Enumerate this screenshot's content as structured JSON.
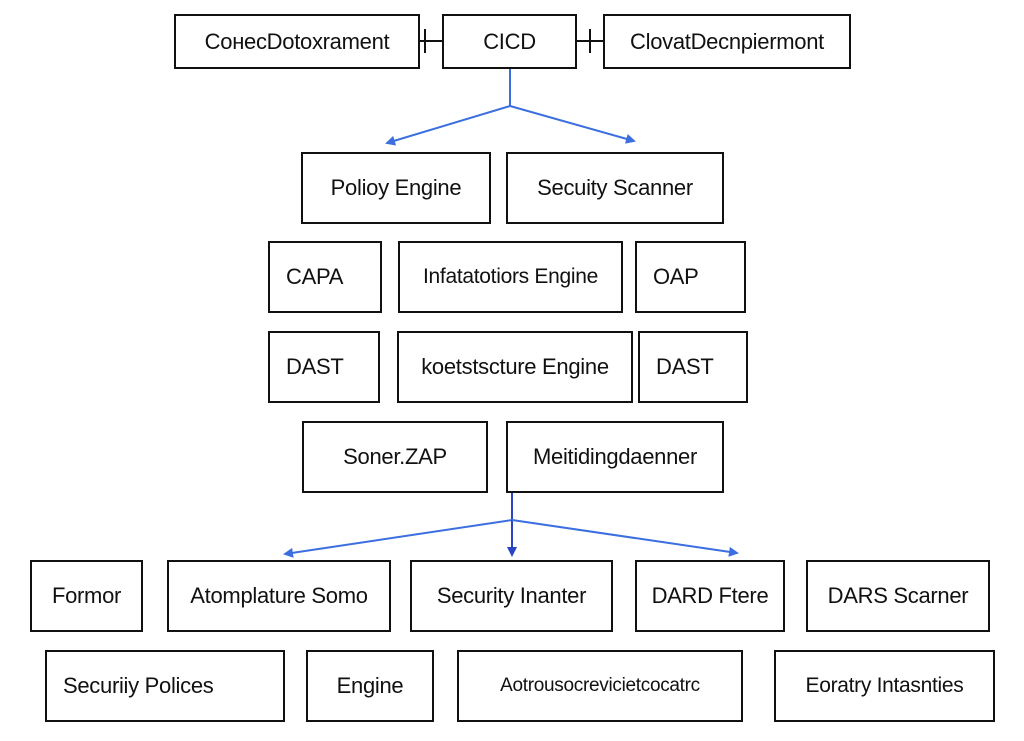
{
  "colors": {
    "box_border": "#111111",
    "connector_black": "#111111",
    "arrow_blue_light": "#3b6fe0",
    "arrow_blue_dark": "#2a44c8"
  },
  "row1": {
    "left": "CoнecDotoxrament",
    "center": "CICD",
    "right": "ClovatDecnpiermont"
  },
  "row2": {
    "left": "Polioy Engine",
    "right": "Secuity Scanner"
  },
  "row3": {
    "left": "CAPA",
    "center": "Infatatotiors Engine",
    "right": "OAP"
  },
  "row4": {
    "left": "DAST",
    "center": "koetstscture Engine",
    "right": "DAST"
  },
  "row5": {
    "left": "Soner.ZAP",
    "right": "Meitidingdaenner"
  },
  "row6": {
    "a": "Formor",
    "b": "Atomplature Somo",
    "c": "Security Inanter",
    "d": "DARD Ftere",
    "e": "DARS Scarner"
  },
  "row7": {
    "a": "Securiiy Polices",
    "b": "Engine",
    "c": "Aotrousocrevicietcocatrc",
    "d": "Eoratry Intasnties"
  }
}
